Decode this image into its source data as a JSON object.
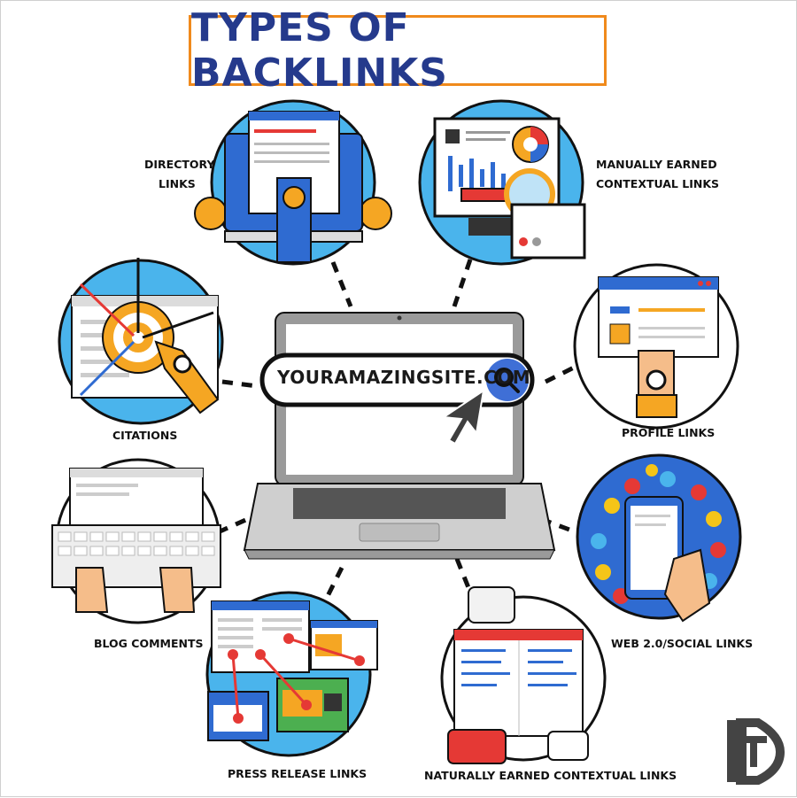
{
  "title": "TYPES OF BACKLINKS",
  "search": {
    "text": "YOURAMAZINGSITE.COM"
  },
  "labels": {
    "directory": [
      "DIRECTORY",
      "LINKS"
    ],
    "manual": [
      "MANUALLY EARNED",
      "CONTEXTUAL LINKS"
    ],
    "citations": "CITATIONS",
    "profile": "PROFILE LINKS",
    "blog": "BLOG COMMENTS",
    "web20": "WEB 2.0/SOCIAL LINKS",
    "press": "PRESS RELEASE LINKS",
    "natural": "NATURALLY EARNED CONTEXTUAL LINKS"
  },
  "icons": {
    "search": "magnifier-icon",
    "cursor": "cursor-arrow-icon",
    "brand": "dt-logo-icon"
  },
  "colors": {
    "title": "#253a8c",
    "title_border": "#f08a1c",
    "circle_fill": "#4ab4ec",
    "outline": "#111111",
    "orange": "#f5a623",
    "red": "#e53935",
    "blue_dark": "#2f6bd1"
  }
}
